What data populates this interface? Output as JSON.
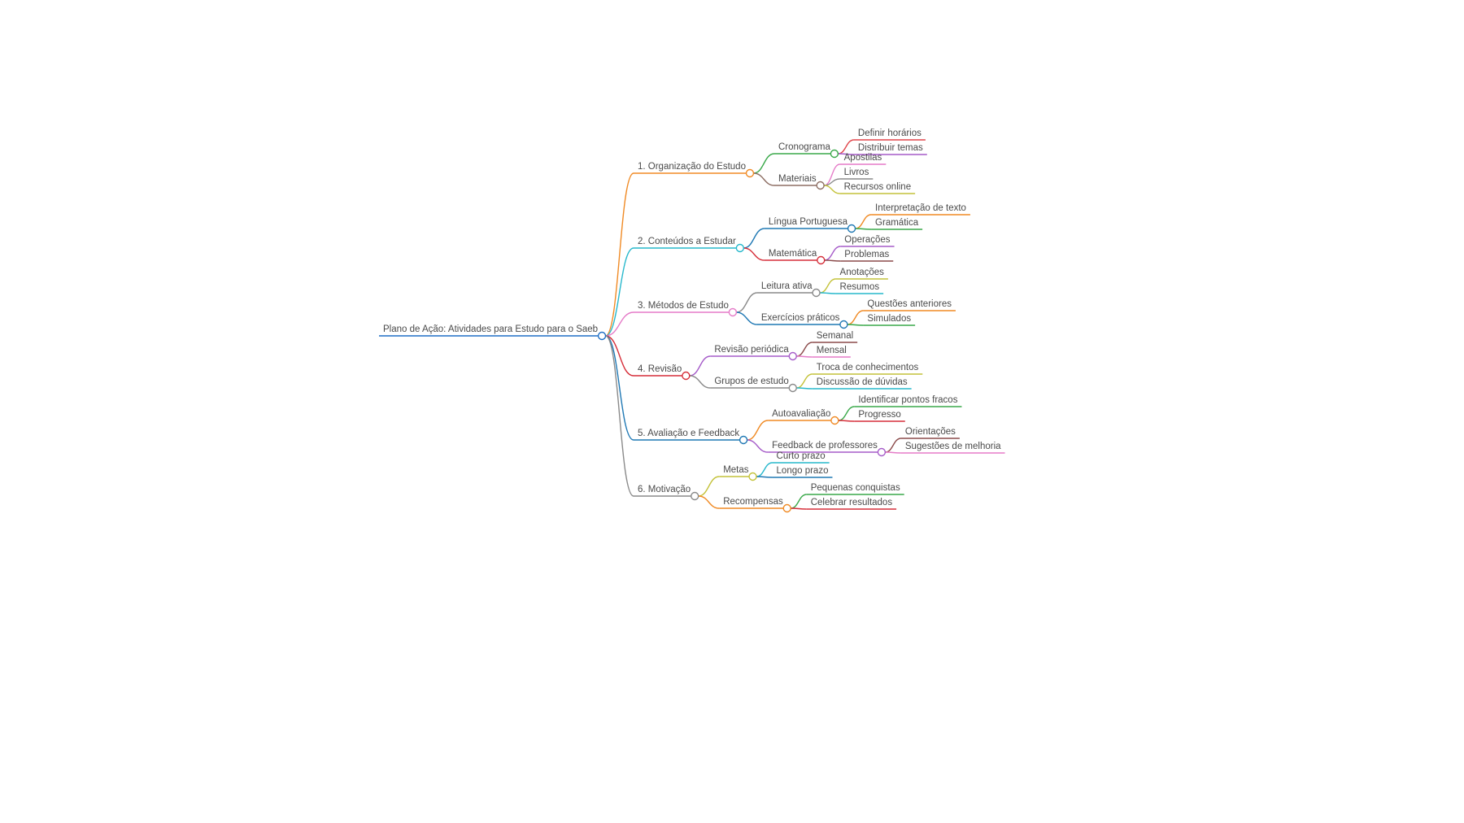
{
  "root": {
    "label": "Plano de Ação: Atividades para Estudo para o Saeb",
    "color": "#1f6fc5",
    "children": [
      {
        "label": "1. Organização do Estudo",
        "color": "#f08a24",
        "children": [
          {
            "label": "Cronograma",
            "color": "#3aa94a",
            "children": [
              {
                "label": "Definir horários",
                "color": "#e0454a"
              },
              {
                "label": "Distribuir temas",
                "color": "#a65cc9"
              }
            ]
          },
          {
            "label": "Materiais",
            "color": "#8d6e63",
            "children": [
              {
                "label": "Apostilas",
                "color": "#e57cc8"
              },
              {
                "label": "Livros",
                "color": "#8a8a8a"
              },
              {
                "label": "Recursos online",
                "color": "#c4c23a"
              }
            ]
          }
        ]
      },
      {
        "label": "2. Conteúdos a Estudar",
        "color": "#27b8cc",
        "children": [
          {
            "label": "Língua Portuguesa",
            "color": "#1f78b4",
            "children": [
              {
                "label": "Interpretação de texto",
                "color": "#f08a24"
              },
              {
                "label": "Gramática",
                "color": "#3aa94a"
              }
            ]
          },
          {
            "label": "Matemática",
            "color": "#d62f3a",
            "children": [
              {
                "label": "Operações",
                "color": "#a65cc9"
              },
              {
                "label": "Problemas",
                "color": "#8b4a4a"
              }
            ]
          }
        ]
      },
      {
        "label": "3. Métodos de Estudo",
        "color": "#e57cc8",
        "children": [
          {
            "label": "Leitura ativa",
            "color": "#8a8a8a",
            "children": [
              {
                "label": "Anotações",
                "color": "#c4c23a"
              },
              {
                "label": "Resumos",
                "color": "#27b8cc"
              }
            ]
          },
          {
            "label": "Exercícios práticos",
            "color": "#1f78b4",
            "children": [
              {
                "label": "Questões anteriores",
                "color": "#f08a24"
              },
              {
                "label": "Simulados",
                "color": "#3aa94a"
              }
            ]
          }
        ]
      },
      {
        "label": "4. Revisão",
        "color": "#d62f3a",
        "children": [
          {
            "label": "Revisão periódica",
            "color": "#a65cc9",
            "children": [
              {
                "label": "Semanal",
                "color": "#8b4a4a"
              },
              {
                "label": "Mensal",
                "color": "#e57cc8"
              }
            ]
          },
          {
            "label": "Grupos de estudo",
            "color": "#8a8a8a",
            "children": [
              {
                "label": "Troca de conhecimentos",
                "color": "#c4c23a"
              },
              {
                "label": "Discussão de dúvidas",
                "color": "#27b8cc"
              }
            ]
          }
        ]
      },
      {
        "label": "5. Avaliação e Feedback",
        "color": "#1f78b4",
        "children": [
          {
            "label": "Autoavaliação",
            "color": "#f08a24",
            "children": [
              {
                "label": "Identificar pontos fracos",
                "color": "#3aa94a"
              },
              {
                "label": "Progresso",
                "color": "#d62f3a"
              }
            ]
          },
          {
            "label": "Feedback de professores",
            "color": "#a65cc9",
            "children": [
              {
                "label": "Orientações",
                "color": "#8b4a4a"
              },
              {
                "label": "Sugestões de melhoria",
                "color": "#e57cc8"
              }
            ]
          }
        ]
      },
      {
        "label": "6. Motivação",
        "color": "#8a8a8a",
        "children": [
          {
            "label": "Metas",
            "color": "#c4c23a",
            "children": [
              {
                "label": "Curto prazo",
                "color": "#27b8cc"
              },
              {
                "label": "Longo prazo",
                "color": "#1f78b4"
              }
            ]
          },
          {
            "label": "Recompensas",
            "color": "#f08a24",
            "children": [
              {
                "label": "Pequenas conquistas",
                "color": "#3aa94a"
              },
              {
                "label": "Celebrar resultados",
                "color": "#d62f3a"
              }
            ]
          }
        ]
      }
    ]
  }
}
